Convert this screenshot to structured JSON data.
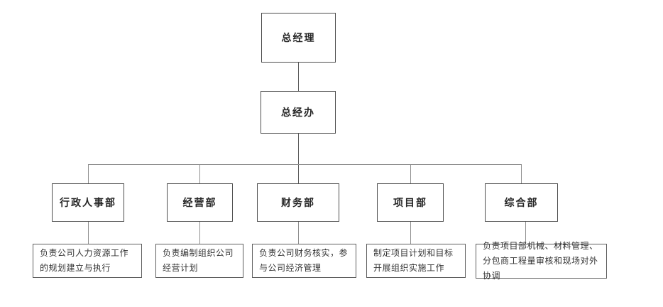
{
  "diagram": {
    "type": "org-chart",
    "root": {
      "name": "总经理"
    },
    "office": {
      "name": "总经办"
    },
    "departments": [
      {
        "name": "行政人事部",
        "description": "负责公司人力资源工作的规划建立与执行"
      },
      {
        "name": "经营部",
        "description": "负责编制组织公司经营计划"
      },
      {
        "name": "财务部",
        "description": "负责公司财务核实，参与公司经济管理"
      },
      {
        "name": "项目部",
        "description": "制定项目计划和目标开展组织实施工作"
      },
      {
        "name": "综合部",
        "description": "负责项目部机械、材料管理、分包商工程量审核和现场对外协调"
      }
    ],
    "colors": {
      "background": "#ffffff",
      "box_border": "#4d4d4d",
      "connector_line": "#8f8f8f",
      "text": "#262626"
    }
  }
}
